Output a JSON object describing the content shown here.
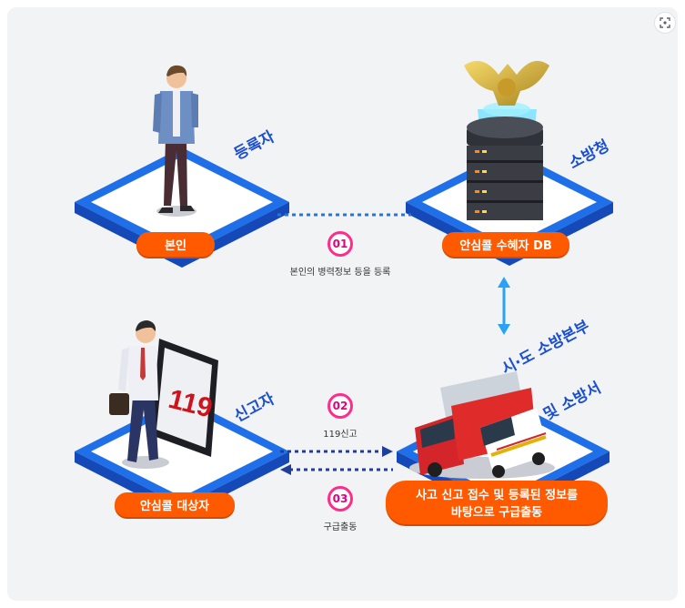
{
  "nodes": {
    "self": {
      "label": "본인",
      "role": "등록자"
    },
    "db": {
      "label": "안심콜 수혜자 DB",
      "role": "소방청"
    },
    "caller": {
      "label": "안심콜 대상자",
      "role": "신고자"
    },
    "station": {
      "label_line1": "사고 신고 접수 및 등록된 정보를",
      "label_line2": "바탕으로 구급출동",
      "role_line1": "시·도 소방본부",
      "role_line2": "및 소방서"
    }
  },
  "steps": [
    {
      "num": "01",
      "caption": "본인의 병력정보 등을 등록"
    },
    {
      "num": "02",
      "caption": "119신고"
    },
    {
      "num": "03",
      "caption": "구급출동"
    }
  ],
  "tablet_text": "119",
  "colors": {
    "accent_orange": "#ff5a00",
    "step_pink": "#e6007e",
    "platform_blue": "#1e6fe8",
    "role_blue": "#1a4fd1"
  },
  "icons": {
    "expand": "expand-icon"
  }
}
